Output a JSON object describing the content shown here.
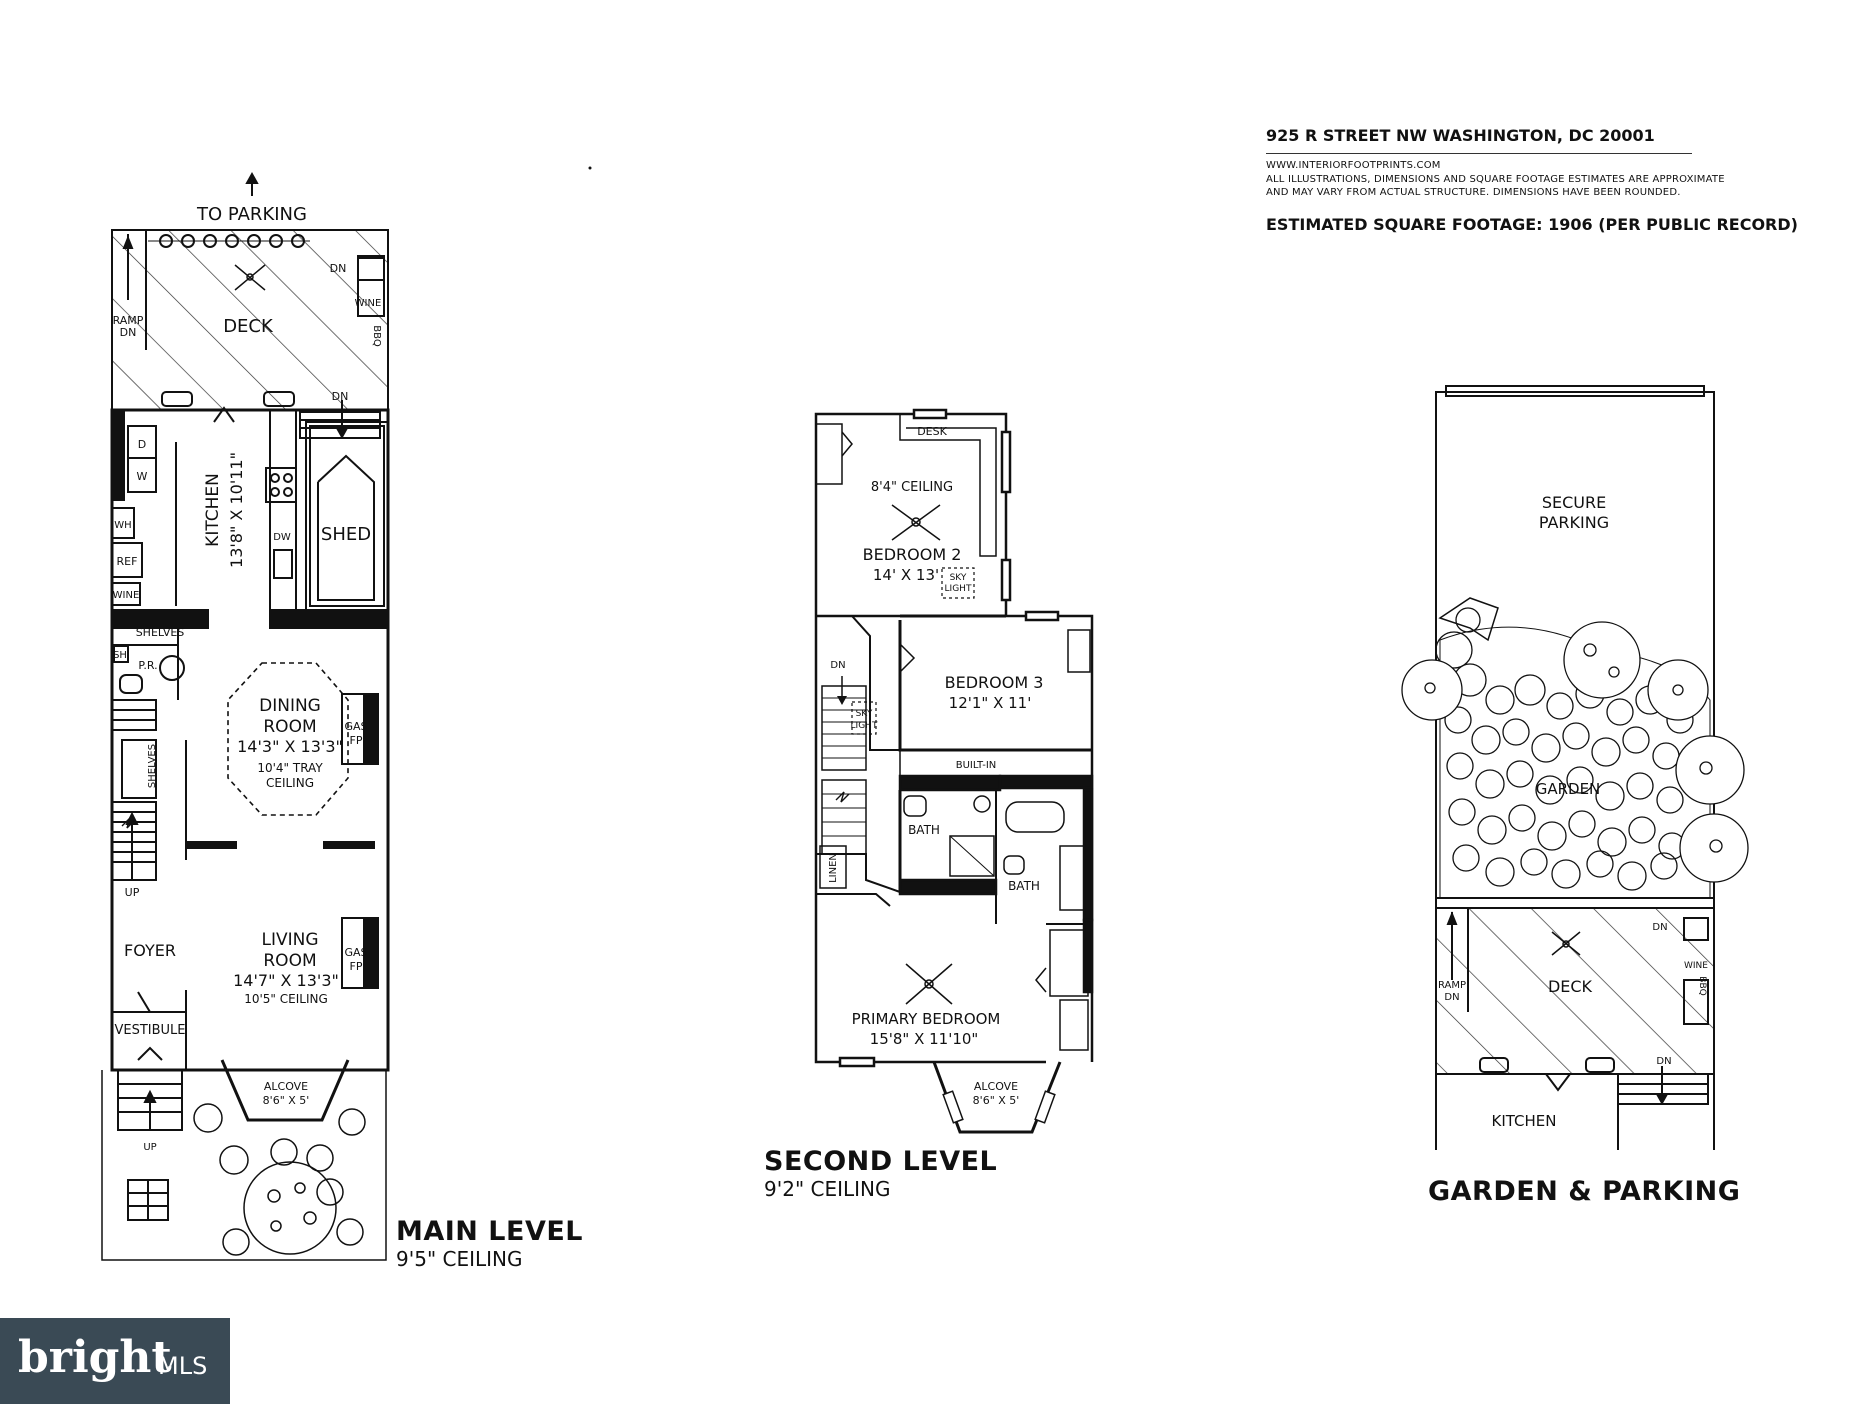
{
  "header": {
    "address": "925 R STREET NW WASHINGTON, DC 20001",
    "website": "WWW.INTERIORFOOTPRINTS.COM",
    "disclaimer_line1": "ALL ILLUSTRATIONS, DIMENSIONS AND SQUARE FOOTAGE ESTIMATES ARE APPROXIMATE",
    "disclaimer_line2": "AND MAY VARY FROM ACTUAL STRUCTURE. DIMENSIONS HAVE BEEN ROUNDED.",
    "square_footage": "ESTIMATED SQUARE FOOTAGE: 1906 (PER PUBLIC RECORD)"
  },
  "main_level": {
    "title": "MAIN LEVEL",
    "ceiling": "9'5\" CEILING",
    "to_parking": "TO PARKING",
    "labels": {
      "deck": "DECK",
      "ramp": "RAMP",
      "ramp_dn": "DN",
      "dn_top": "DN",
      "dn_mid": "DN",
      "wine_deck": "WINE",
      "bbq": "BBQ",
      "kitchen": "KITCHEN",
      "kitchen_dim": "13'8\" X 10'11\"",
      "dw_d": "D",
      "dw_w": "W",
      "dw_counter": "DW",
      "wh": "WH",
      "ref": "REF",
      "wine": "WINE",
      "shelves_top": "SHELVES",
      "sh": "SH",
      "pr": "P.R.",
      "shelves_side": "SHELVES",
      "shed": "SHED",
      "dining": "DINING",
      "room1": "ROOM",
      "dining_dim": "14'3\" X 13'3\"",
      "dining_ceiling1": "10'4\" TRAY",
      "dining_ceiling2": "CEILING",
      "gas1": "GAS",
      "fp1": "FP",
      "up": "UP",
      "foyer": "FOYER",
      "living": "LIVING",
      "room2": "ROOM",
      "living_dim": "14'7\" X 13'3\"",
      "living_ceiling": "10'5\" CEILING",
      "gas2": "GAS",
      "fp2": "FP",
      "vestibule": "VESTIBULE",
      "alcove": "ALCOVE",
      "alcove_dim": "8'6\" X 5'",
      "up_front": "UP"
    }
  },
  "second_level": {
    "title": "SECOND LEVEL",
    "ceiling": "9'2\" CEILING",
    "labels": {
      "desk": "DESK",
      "bed2_ceiling": "8'4\" CEILING",
      "bedroom2": "BEDROOM 2",
      "bedroom2_dim": "14' X 13'",
      "sky": "SKY",
      "light": "LIGHT",
      "dn": "DN",
      "sky2": "SKY",
      "light2": "LIGHT",
      "bedroom3": "BEDROOM 3",
      "bedroom3_dim": "12'1\" X 11'",
      "built_in": "BUILT-IN",
      "bath1": "BATH",
      "bath2": "BATH",
      "linen": "LINEN",
      "primary": "PRIMARY BEDROOM",
      "primary_dim": "15'8\" X 11'10\"",
      "alcove": "ALCOVE",
      "alcove_dim": "8'6\" X 5'"
    }
  },
  "garden_level": {
    "title": "GARDEN & PARKING",
    "labels": {
      "secure": "SECURE",
      "parking": "PARKING",
      "garden": "GARDEN",
      "ramp": "RAMP",
      "ramp_dn": "DN",
      "dn1": "DN",
      "wine": "WINE",
      "bbq": "BBQ",
      "deck": "DECK",
      "dn2": "DN",
      "kitchen": "KITCHEN"
    }
  },
  "logo": {
    "brand": "bright",
    "suffix": "MLS"
  }
}
